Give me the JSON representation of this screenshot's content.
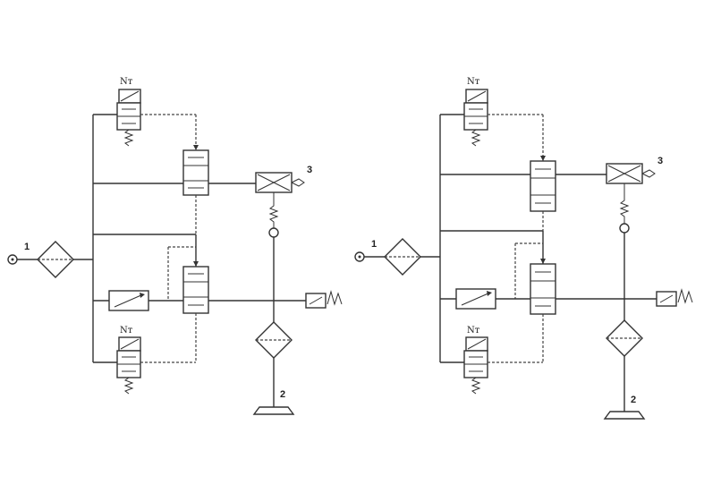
{
  "diagrams": [
    {
      "port_labels": {
        "inlet": "1",
        "drain": "2",
        "outlet": "3"
      },
      "solenoid_upper": "Nт",
      "solenoid_lower": "Nт"
    },
    {
      "port_labels": {
        "inlet": "1",
        "drain": "2",
        "outlet": "3"
      },
      "solenoid_upper": "Nт",
      "solenoid_lower": "Nт"
    }
  ]
}
